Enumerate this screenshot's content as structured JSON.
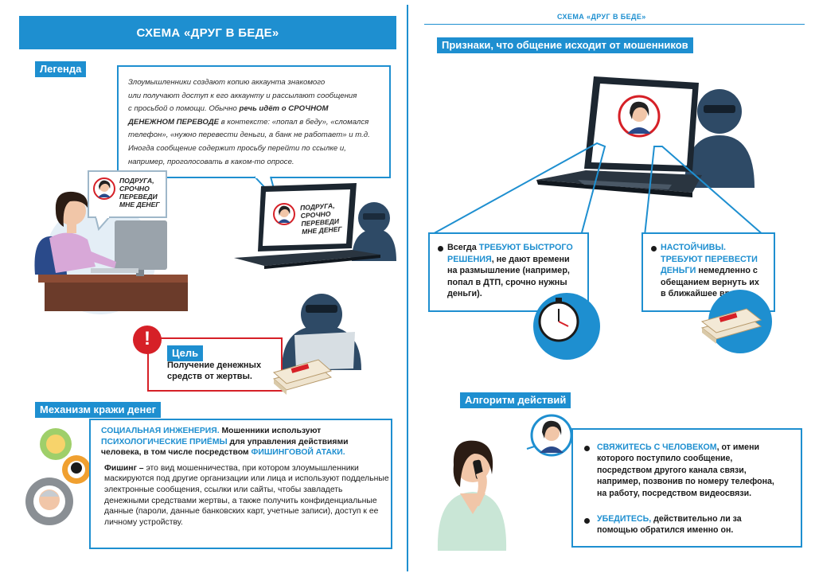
{
  "left": {
    "banner": "СХЕМА «ДРУГ В БЕДЕ»",
    "legend": {
      "tag": "Легенда",
      "p1": "Злоумышленники создают копию аккаунта знакомого",
      "p2": "или получают доступ к его аккаунту и рассылают сообщения",
      "p3a": "с просьбой о помощи. Обычно ",
      "p3b": "речь идёт о СРОЧНОМ",
      "p4a": "ДЕНЕЖНОМ ПЕРЕВОДЕ",
      "p4b": " в контексте: «попал в беду», «сломался",
      "p5": "телефон», «нужно перевести деньги, а банк не работает» и т.д.",
      "p6": "Иногда сообщение содержит просьбу перейти по ссылке и,",
      "p7": "например, проголосовать в каком-то опросе."
    },
    "bubble_text": "ПОДРУГА, СРОЧНО ПЕРЕВЕДИ МНЕ ДЕНЕГ",
    "screen_text": "ПОДРУГА, СРОЧНО ПЕРЕВЕДИ МНЕ ДЕНЕГ",
    "goal": {
      "tag": "Цель",
      "text": "Получение денежных средств от жертвы.",
      "icon_label": "!"
    },
    "mechanism": {
      "tag": "Механизм кражи денег",
      "p1_blue1": "СОЦИАЛЬНАЯ ИНЖЕНЕРИЯ.",
      "p1_rest1": " Мошенники используют",
      "p1_blue2": "ПСИХОЛОГИЧЕСКИЕ ПРИЁМЫ",
      "p1_rest2": " для управления действиями",
      "p1_rest3": "человека, в том числе посредством ",
      "p1_blue3": "ФИШИНГОВОЙ АТАКИ.",
      "p2_bold": "Фишинг –",
      "p2_rest": " это вид мошенничества, при котором злоумышленники маскируются под другие организации или лица и используют поддельные электронные сообщения, ссылки или сайты, чтобы завладеть денежными средствами жертвы, а также получить конфиденциальные данные (пароли, данные банковских карт, учетные записи), доступ к ее личному устройству."
    }
  },
  "right": {
    "header": "СХЕМА «ДРУГ В БЕДЕ»",
    "signs": {
      "tag": "Признаки, что общение исходит от мошенников",
      "box1_a": "Всегда ",
      "box1_blue": "ТРЕБУЮТ БЫСТРОГО РЕШЕНИЯ",
      "box1_b": ", не дают времени на размышление (например, попал в ДТП, срочно нужны деньги).",
      "box2_blue": "НАСТОЙЧИВЫ. ТРЕБУЮТ ПЕРЕВЕСТИ ДЕНЬГИ",
      "box2_b": " немедленно с обещанием вернуть их в ближайшее время."
    },
    "algorithm": {
      "tag": "Алгоритм действий",
      "item1_blue": "СВЯЖИТЕСЬ С ЧЕЛОВЕКОМ",
      "item1_rest": ", от имени которого поступило сообщение, посредством другого канала связи, например, позвонив по номеру телефона, на работу, посредством видеосвязи.",
      "item2_blue": "УБЕДИТЕСЬ,",
      "item2_rest": " действительно ли за помощью обратился именно он."
    }
  },
  "colors": {
    "accent": "#1e8fd0",
    "alert": "#d62027",
    "hoodie": "#2e4a66",
    "bg": "#ffffff"
  }
}
